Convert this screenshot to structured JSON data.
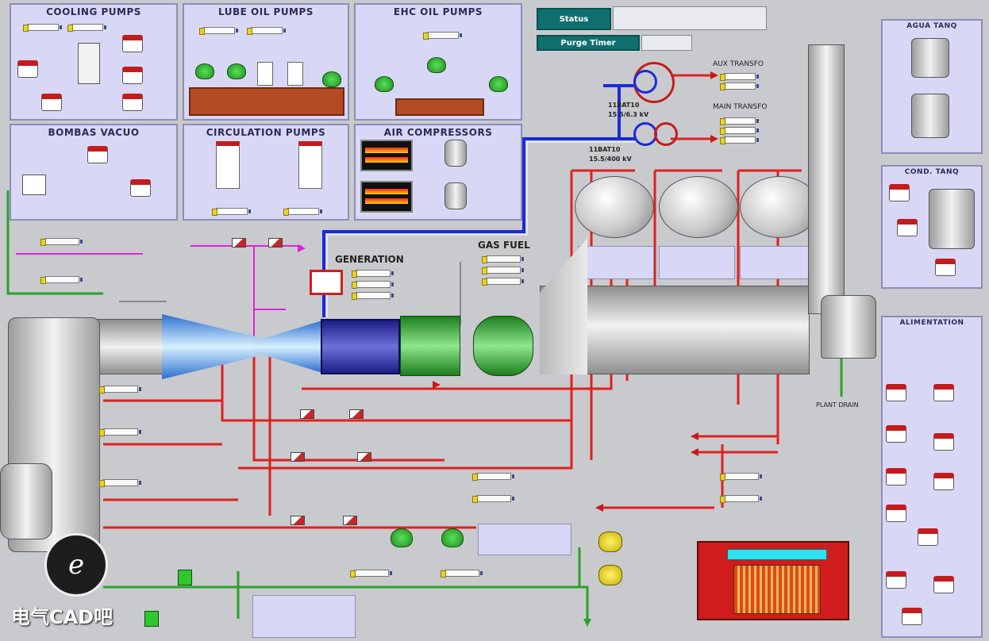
{
  "panels": {
    "cooling_pumps": "COOLING PUMPS",
    "lube_oil_pumps": "LUBE OIL PUMPS",
    "ehc_oil_pumps": "EHC OIL PUMPS",
    "bombas_vacuo": "BOMBAS VACUO",
    "circulation_pumps": "CIRCULATION PUMPS",
    "air_compressors": "AIR COMPRESSORS",
    "agua_tanque": "AGUA TANQ",
    "cond_tank": "COND. TANQ",
    "alimentation": "ALIMENTATION"
  },
  "header": {
    "status_label": "Status",
    "purge_timer_label": "Purge Timer"
  },
  "transformers": {
    "aux": "AUX TRANSFO",
    "main": "MAIN TRANSFO",
    "line1": "11BAT10",
    "line1_rating": "15.5/6.3 kV",
    "line2": "11BAT10",
    "line2_rating": "15.5/400 kV"
  },
  "sections": {
    "generation": "GENERATION",
    "gas_fuel": "GAS FUEL",
    "plant_drain": "PLANT DRAIN"
  },
  "watermark": "电气CAD吧",
  "logo_text": "e"
}
